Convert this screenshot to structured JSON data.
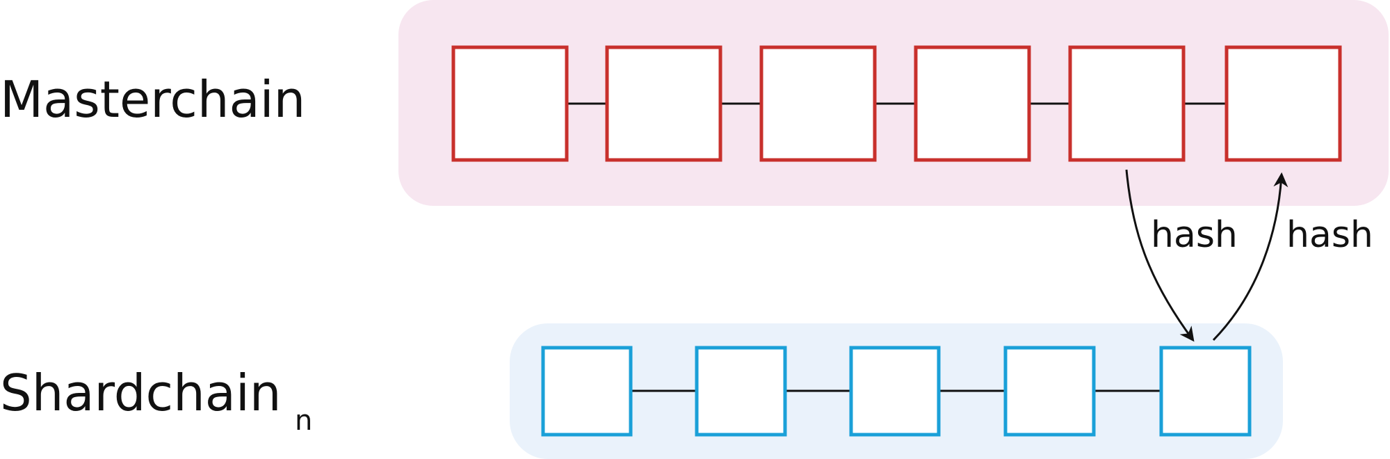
{
  "masterchain": {
    "label": "Masterchain",
    "panel_color": "#f7e6f0",
    "block_color": "#c8302c",
    "block_count": 6
  },
  "shardchain": {
    "label": "Shardchain",
    "subscript": "n",
    "panel_color": "#eaf2fb",
    "block_color": "#1aa0d8",
    "block_count": 5
  },
  "edges": [
    {
      "label": "hash",
      "from": "masterchain.block.5",
      "to": "shardchain.block.5"
    },
    {
      "label": "hash",
      "from": "shardchain.block.5",
      "to": "masterchain.block.6"
    }
  ],
  "link_color": "#111111"
}
